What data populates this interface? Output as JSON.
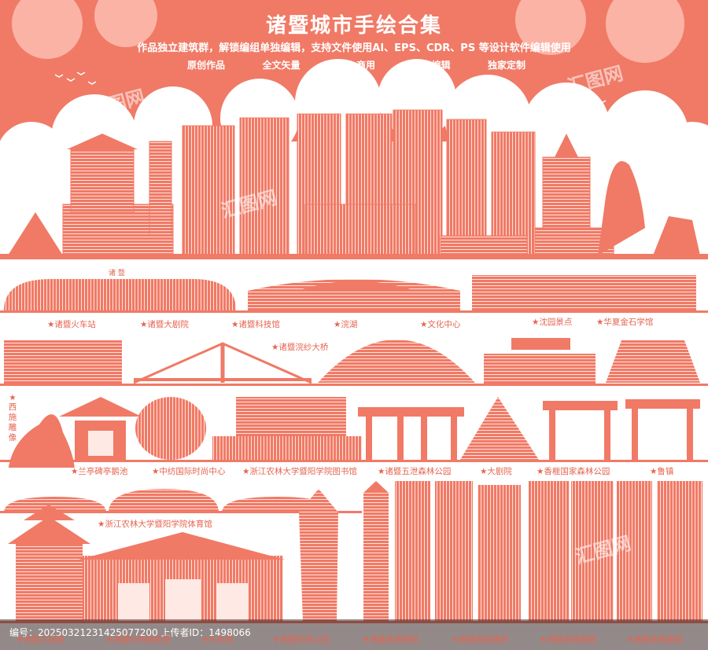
{
  "title": "诸暨城市手绘合集",
  "subtitle": "作品独立建筑群，解锁编组单独编辑，支持文件使用AI、EPS、CDR、PS 等设计软件编辑使用",
  "tags": [
    "原创作品",
    "全文矢量",
    "放心商用",
    "任意编辑",
    "独家定制"
  ],
  "sign_text": "诸 暨",
  "labels": {
    "l1": "★诸暨火车站",
    "l2": "★诸暨大剧院",
    "l3": "★诸暨科技馆",
    "l4": "★浣湖",
    "l5": "★文化中心",
    "l6": "★沈园景点",
    "l7": "★华夏金石学馆",
    "l8": "★诸暨浣纱大桥",
    "l9": "★兰亭碑亭鹅池",
    "l10": "★中纺国际时尚中心",
    "l11": "★浙江农林大学暨阳学院图书馆",
    "l12": "★诸暨五泄森林公园",
    "l13": "★大剧院",
    "l14": "★香榧国家森林公园",
    "l15": "★鲁镇",
    "l16": "★浙江农林大学暨阳学院体育馆",
    "l17": "★诸暨文昌阁",
    "l18": "★诸暨科西施故里",
    "l19": "★东和塔",
    "l20": "★诸暨艮塔公园",
    "l21": "★诸暨高楼建筑",
    "l22": "★诸暨高楼建筑",
    "l23": "★诸暨高楼建筑",
    "l24": "★诸暨高楼建筑"
  },
  "xishi_label": "西施雕像",
  "watermarks": [
    "汇图网",
    "汇图网",
    "汇图网",
    "汇图网"
  ],
  "footer": "编号：20250321231425077200  上传者ID：1498066",
  "colors": {
    "accent": "#f07a66",
    "label": "#e46550",
    "background": "#ffffff"
  }
}
